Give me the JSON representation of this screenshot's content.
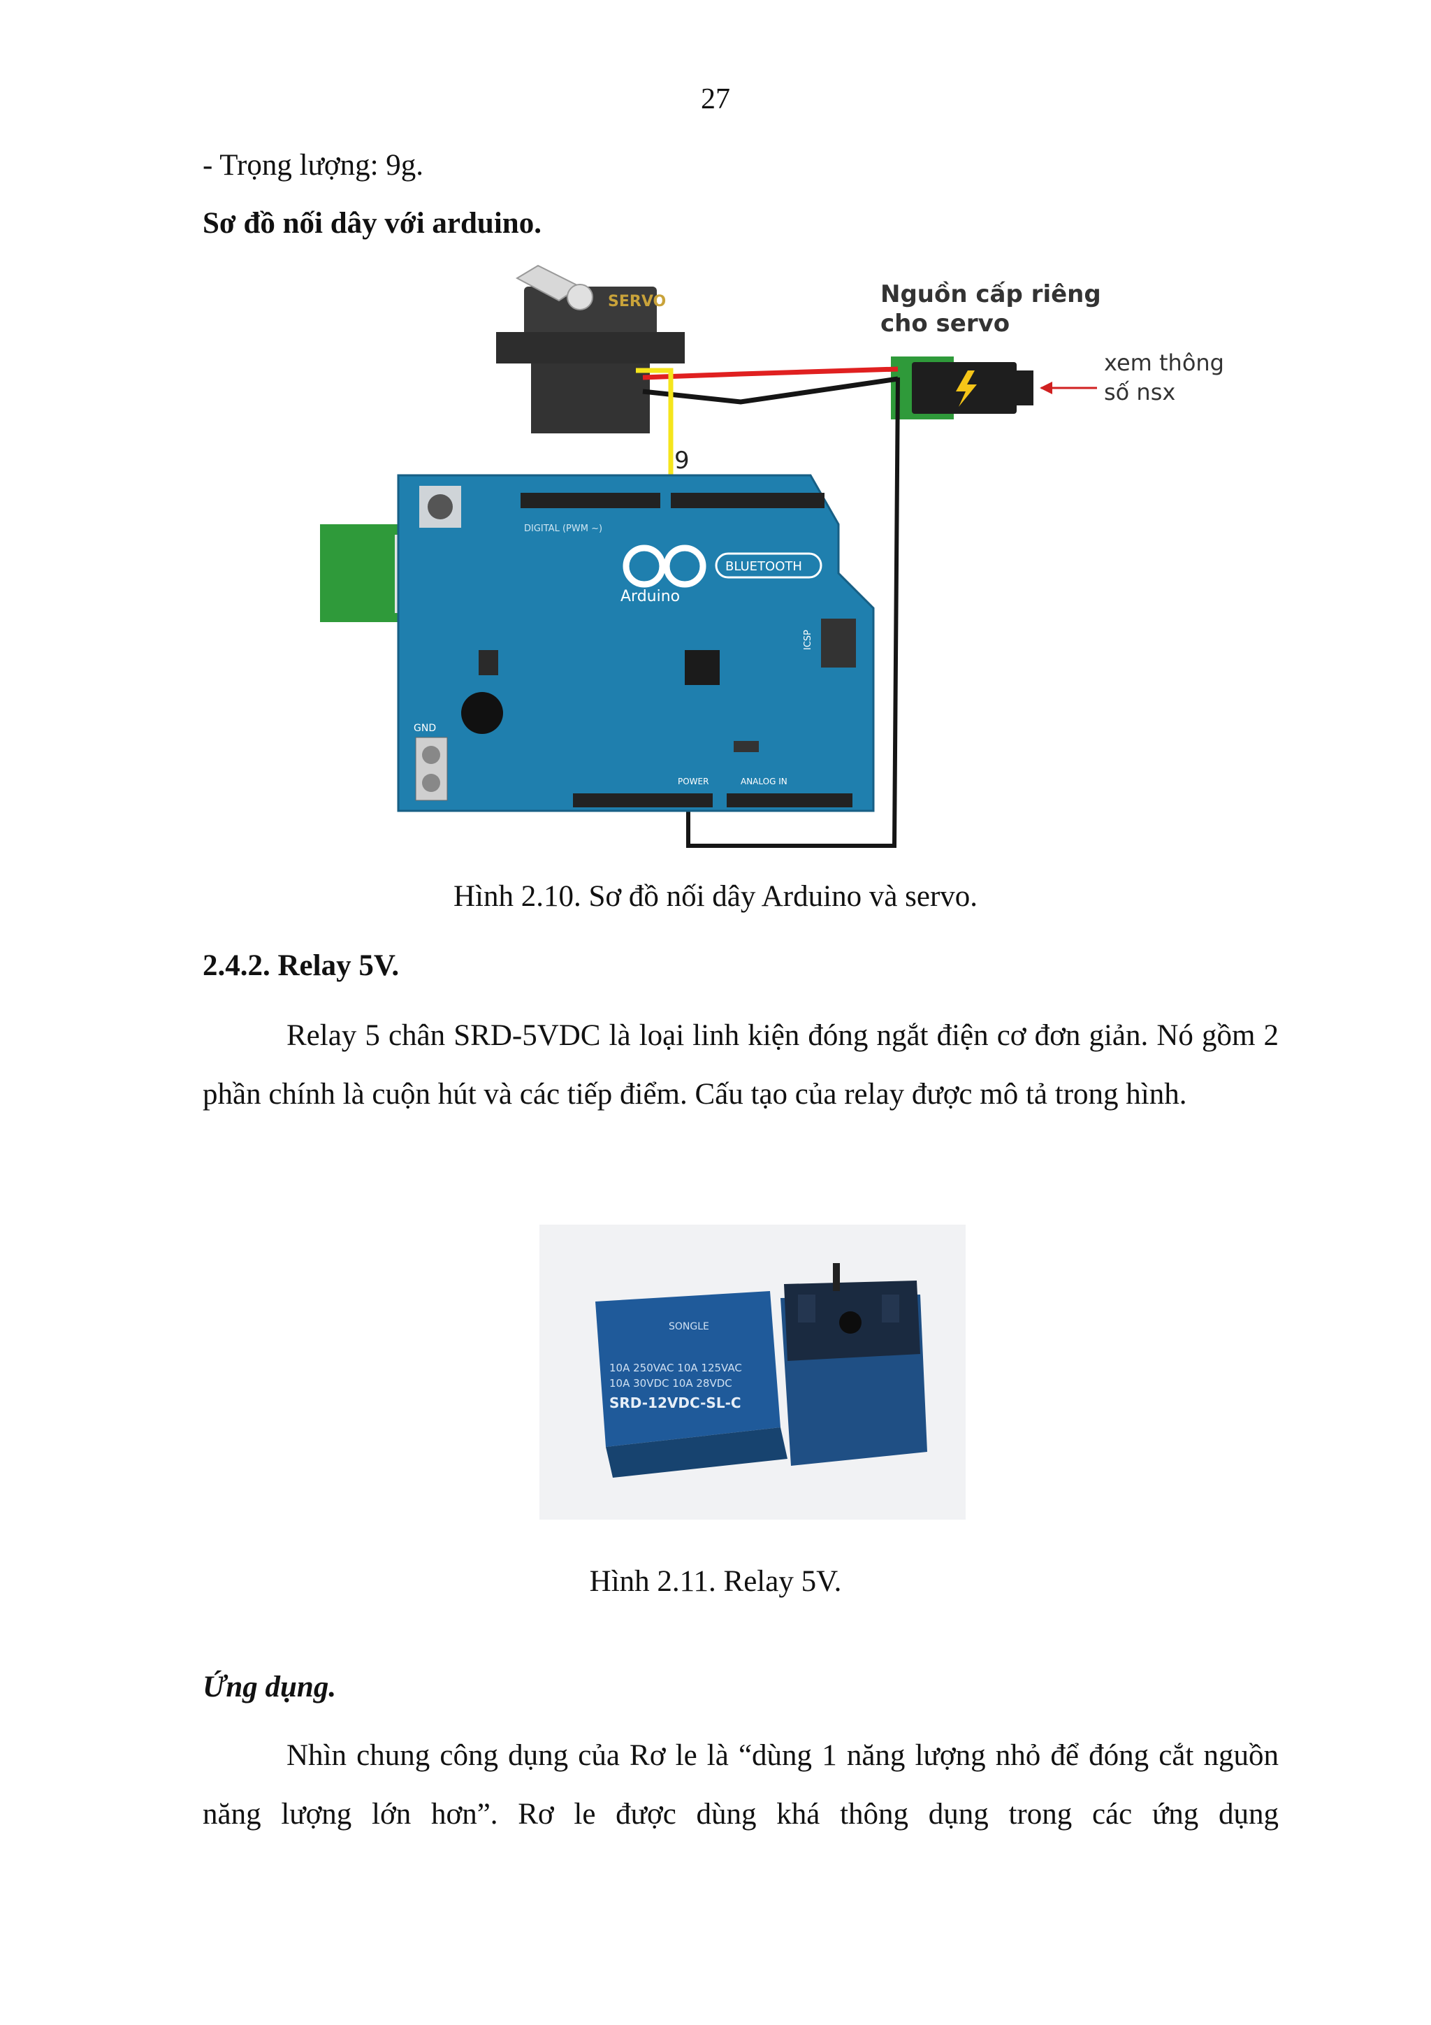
{
  "page_number": "27",
  "bullet_item": "-  Trọng lượng: 9g.",
  "section_heading_wiring": "Sơ đồ nối dây với arduino.",
  "figure1": {
    "servo_label": "SERVO",
    "power_label_line1": "Nguồn cấp riêng",
    "power_label_line2": "cho servo",
    "note_line1": "xem thông",
    "note_line2": "số nsx",
    "pin_label": "9",
    "board_brand": "Arduino",
    "bluetooth_label": "BLUETOOTH",
    "gnd_label": "GND",
    "icsp_label": "ICSP",
    "digital_label": "DIGITAL (PWM ~)",
    "analog_label": "ANALOG IN",
    "power_header_label": "POWER",
    "colors": {
      "board": "#1f7fae",
      "wire_red": "#e02020",
      "wire_black": "#151515",
      "wire_yellow": "#f5e51c",
      "pcb_green": "#2f9a3a"
    }
  },
  "caption1": "Hình 2.10. Sơ đồ nối dây Arduino và servo.",
  "section_heading_relay": "2.4.2. Relay 5V.",
  "relay_paragraph": "Relay 5 chân SRD-5VDC là loại linh kiện đóng ngắt điện cơ đơn giản. Nó gồm 2 phần chính là cuộn hút và các tiếp điểm. Cấu tạo của relay được mô tả trong hình.",
  "figure2": {
    "relay_brand": "SONGLE",
    "relay_spec_line1": "10A 250VAC  10A 125VAC",
    "relay_spec_line2": "10A 30VDC  10A 28VDC",
    "relay_model": "SRD-12VDC-SL-C",
    "colors": {
      "relay_body": "#1f5a9a",
      "relay_dark": "#1a2a40"
    }
  },
  "caption2": "Hình 2.11. Relay 5V.",
  "section_heading_application": "Ứng dụng.",
  "application_paragraph": "Nhìn chung công dụng của Rơ le là “dùng 1 năng lượng nhỏ để đóng cắt nguồn năng lượng lớn hơn”. Rơ le được dùng khá thông dụng trong các ứng dụng"
}
